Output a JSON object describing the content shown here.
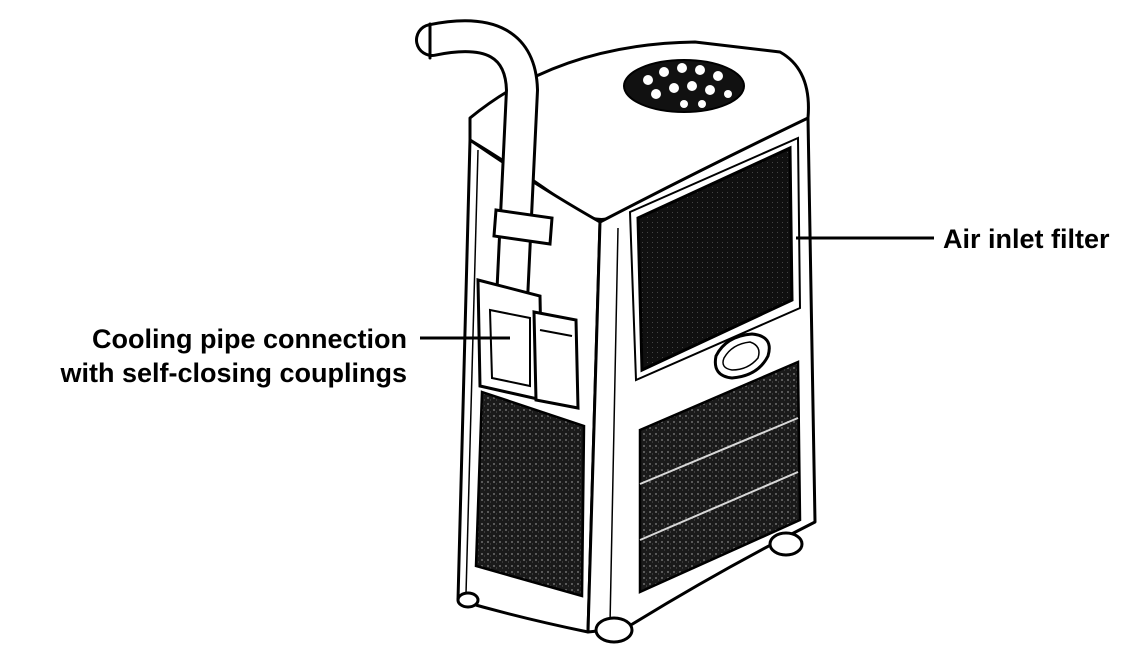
{
  "labels": {
    "air_inlet_filter": "Air inlet filter",
    "cooling_pipe_line1": "Cooling pipe connection",
    "cooling_pipe_line2": "with self-closing couplings"
  },
  "colors": {
    "ink": "#000000",
    "background": "#ffffff",
    "grille": "#1a1a1a"
  }
}
